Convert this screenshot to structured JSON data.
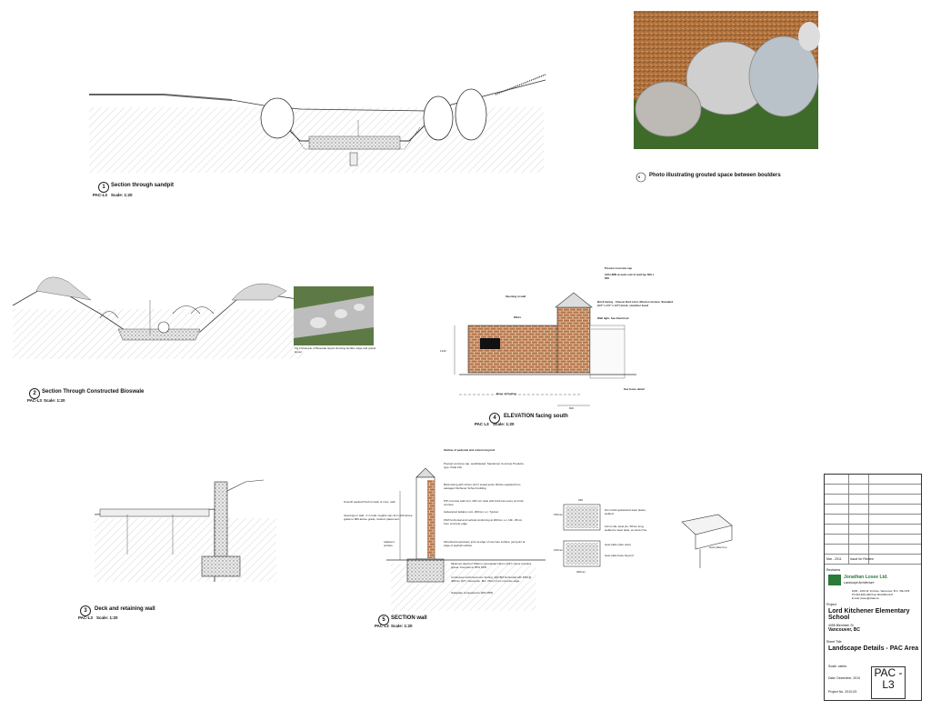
{
  "details": {
    "d1": {
      "num": "1",
      "title": "Section through sandpit",
      "ref": "PAC-L3",
      "scale": "Scale: 1:20"
    },
    "d2": {
      "num": "2",
      "title": "Section Through Constructed Bioswale",
      "ref": "PAC-L3",
      "scale": "Scale: 1:20"
    },
    "d3": {
      "num": "3",
      "title": "Deck and retaining wall",
      "ref": "PAC-L3",
      "scale": "Scale: 1:20"
    },
    "d4": {
      "num": "4",
      "title": "ELEVATION facing south",
      "ref": "PAC L3",
      "scale": "Scale: 1:20"
    },
    "d5": {
      "num": "5",
      "title": "SECTION wall",
      "ref": "PAC L3",
      "scale": "Scale: 1:20"
    },
    "d6": {
      "num": "6",
      "title": "Photo illustrating grouted space between boulders"
    }
  },
  "notes": {
    "photo_caption": "Fig 1 Example of Bioswale layout showing boulder edge and gravel layout",
    "elev_precast_cap": "Precast concrete cap",
    "elev_column": "COLUMN at each end of wall typ 600 x 600",
    "elev_opening": "Opening in wall",
    "elev_wall": "WALL",
    "elev_brick": "Brick facing - Classic Red color, Mission texture, Standard (3.5\" x 2.5\" x 3.5\") brick, stretcher bond",
    "elev_light": "Wall light. See Electrical",
    "elev_base": "Base of footing",
    "elev_fence": "See fence detail",
    "elev_dim_600": "600",
    "elev_dim_1140": "1140",
    "sec_outline": "Outline of pedestal and column beyond",
    "sec_cap": "Precast concrete cap, sandblasted, Sanderson Concrete Products type. Peak 12b",
    "sec_brick": "Brick facing with 13mm (1/2\") tooled joints. Bricks supplied from salvaged Kitchener School building",
    "sec_pip": "PIP concrete wall cont. 200 mm wide with brick ties every six brick courses.",
    "sec_galv": "Galvanized ladders cont. 200mm o.c. Typical.",
    "sec_rebar": "15M horizontal and vertical reinforcing at 200mm o.c. Min. 25mm from concrete edge.",
    "sec_fibre": "Fibreboard expansion joint at edge of concrete surface, joint joint at edge of asphalt surface.",
    "sec_smooth": "Smooth sacked finish to back of conc. wall",
    "sec_openings": "Openings in wall - 4 in total, heights vary from 600 above grade to 800 above grade, random placement.",
    "sec_adjacent": "Adjacent surface",
    "sec_min": "Minimum depth of 150mm compacted 19mm (3/4\") minus crushed gravel. Compact to 95% SPD.",
    "sec_footing": "continuous reinforced conc footing, 4@15M horizontal with 15M @ 400mm (16\") transverse. Min. 25mm from concrete edge.",
    "sec_subgrade": "Subgrade compacted to 92% MPD",
    "steel_plate": "6mm thick galvanized steel plates, welded.",
    "steel_rod": "12mm dia. steel pin, 50mm long, welded to steel plate, at center line.",
    "steel_side": "steel plate (side view)",
    "steel_base": "steel plate base beyond",
    "steel_iso": "steel plate box.",
    "steel_dim_290": "290",
    "steel_dim_300": "300mm",
    "steel_dim_150": "150mm",
    "steel_dim_130": "130mm"
  },
  "titleblock": {
    "rev_date": "Mar - 2011",
    "rev_note": "Issue for Review",
    "revisions_label": "Revisions",
    "firm": "Jonathan Losee Ltd.",
    "firm_sub": "Landscape Architecture",
    "firm_addr": "#100 - 1001 W. 2nd Ave. Vancouver, B.C. V6H 3V9",
    "firm_ph": "Ph 604-669-1003  Fax 604-669-1047",
    "firm_email": "E-mail: jlosee@shaw.ca",
    "project_label": "Project",
    "project_name": "Lord Kitchener Elementary School",
    "project_addr": "4055 Blenheim St",
    "project_city": "Vancouver, BC",
    "sheet_label": "Sheet Title",
    "sheet_title": "Landscape Details - PAC Area",
    "scale": "Scale: varies",
    "date": "Date: December, 2010",
    "project_no": "Project No. 2010-03",
    "code": "PAC -L3"
  },
  "colors": {
    "brick": "#b5724b",
    "mortar": "#e2c6a0",
    "gravel": "#cfcfcf",
    "grass": "#3f6b2a",
    "mulch": "#b0713d"
  }
}
